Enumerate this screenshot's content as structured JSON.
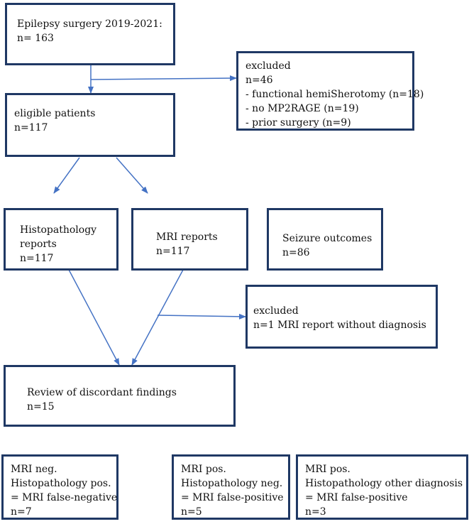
{
  "boxes": {
    "start": {
      "lines": [
        "Epilepsy surgery 2019-2021:",
        "n= 163"
      ]
    },
    "excluded_1": {
      "lines": [
        "excluded",
        "n=46",
        "- functional hemiSherotomy (n=18)",
        "- no MP2RAGE (n=19)",
        "- prior surgery (n=9)"
      ]
    },
    "eligible": {
      "lines": [
        "eligible patients",
        "n=117"
      ]
    },
    "histopathology": {
      "lines": [
        "Histopathology",
        "reports",
        "n=117"
      ]
    },
    "mri_reports": {
      "lines": [
        "MRI reports",
        "n=117"
      ]
    },
    "seizure": {
      "lines": [
        "Seizure outcomes",
        "n=86"
      ]
    },
    "excluded_2": {
      "lines": [
        "excluded",
        "n=1 MRI report without diagnosis"
      ]
    },
    "review": {
      "lines": [
        "Review of discordant findings",
        "n=15"
      ]
    },
    "false_negative": {
      "lines": [
        "MRI neg.",
        "Histopathology pos.",
        "= MRI false-negative",
        "n=7"
      ]
    },
    "false_positive_1": {
      "lines": [
        "MRI pos.",
        "Histopathology neg.",
        "= MRI false-positive",
        "n=5"
      ]
    },
    "false_positive_2": {
      "lines": [
        "MRI pos.",
        "Histopathology other diagnosis",
        "= MRI false-positive",
        "n=3"
      ]
    }
  },
  "colors": {
    "border": "#1f3864",
    "arrow": "#4472c4"
  }
}
